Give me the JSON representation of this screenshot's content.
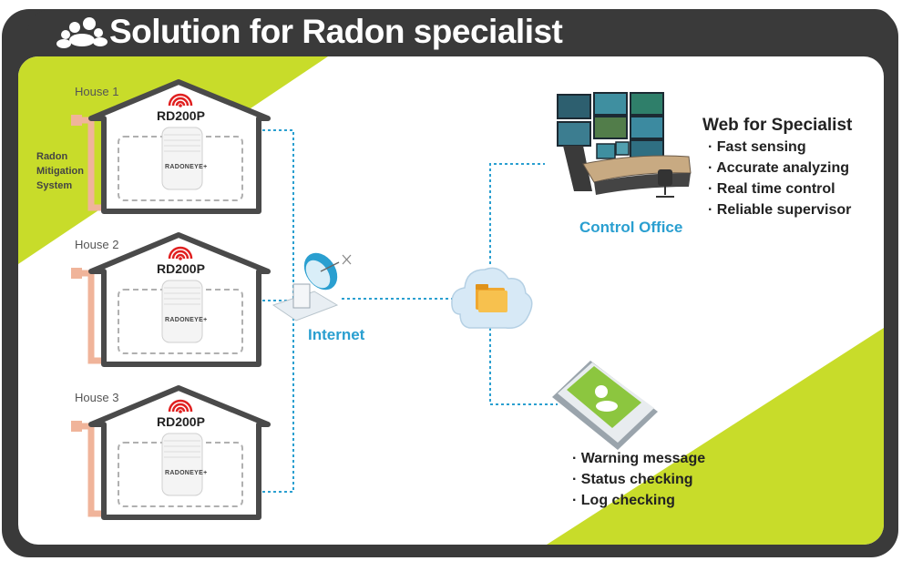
{
  "title": "Solution for Radon specialist",
  "icons": {
    "header": "people-icon",
    "wifi": "wifi-icon",
    "satellite": "satellite-dish-icon",
    "cloud": "cloud-folder-icon",
    "phone": "smartphone-user-icon",
    "office": "control-room-icon"
  },
  "colors": {
    "frame": "#3a3a3a",
    "accent": "#c8dc2a",
    "link": "#2a9fd0",
    "wifi": "#e02020",
    "pipe": "#f0b49a"
  },
  "houses": [
    {
      "label": "House 1",
      "model": "RD200P",
      "device": "RADONEYE+"
    },
    {
      "label": "House 2",
      "model": "RD200P",
      "device": "RADONEYE+"
    },
    {
      "label": "House 3",
      "model": "RD200P",
      "device": "RADONEYE+"
    }
  ],
  "mitigation_label": "Radon Mitigation System",
  "internet_label": "Internet",
  "control_office": {
    "label": "Control Office",
    "web_title": "Web for Specialist",
    "features": [
      "Fast sensing",
      "Accurate analyzing",
      "Real time control",
      "Reliable supervisor"
    ]
  },
  "mobile": {
    "features": [
      "Warning message",
      "Status checking",
      "Log checking"
    ]
  }
}
